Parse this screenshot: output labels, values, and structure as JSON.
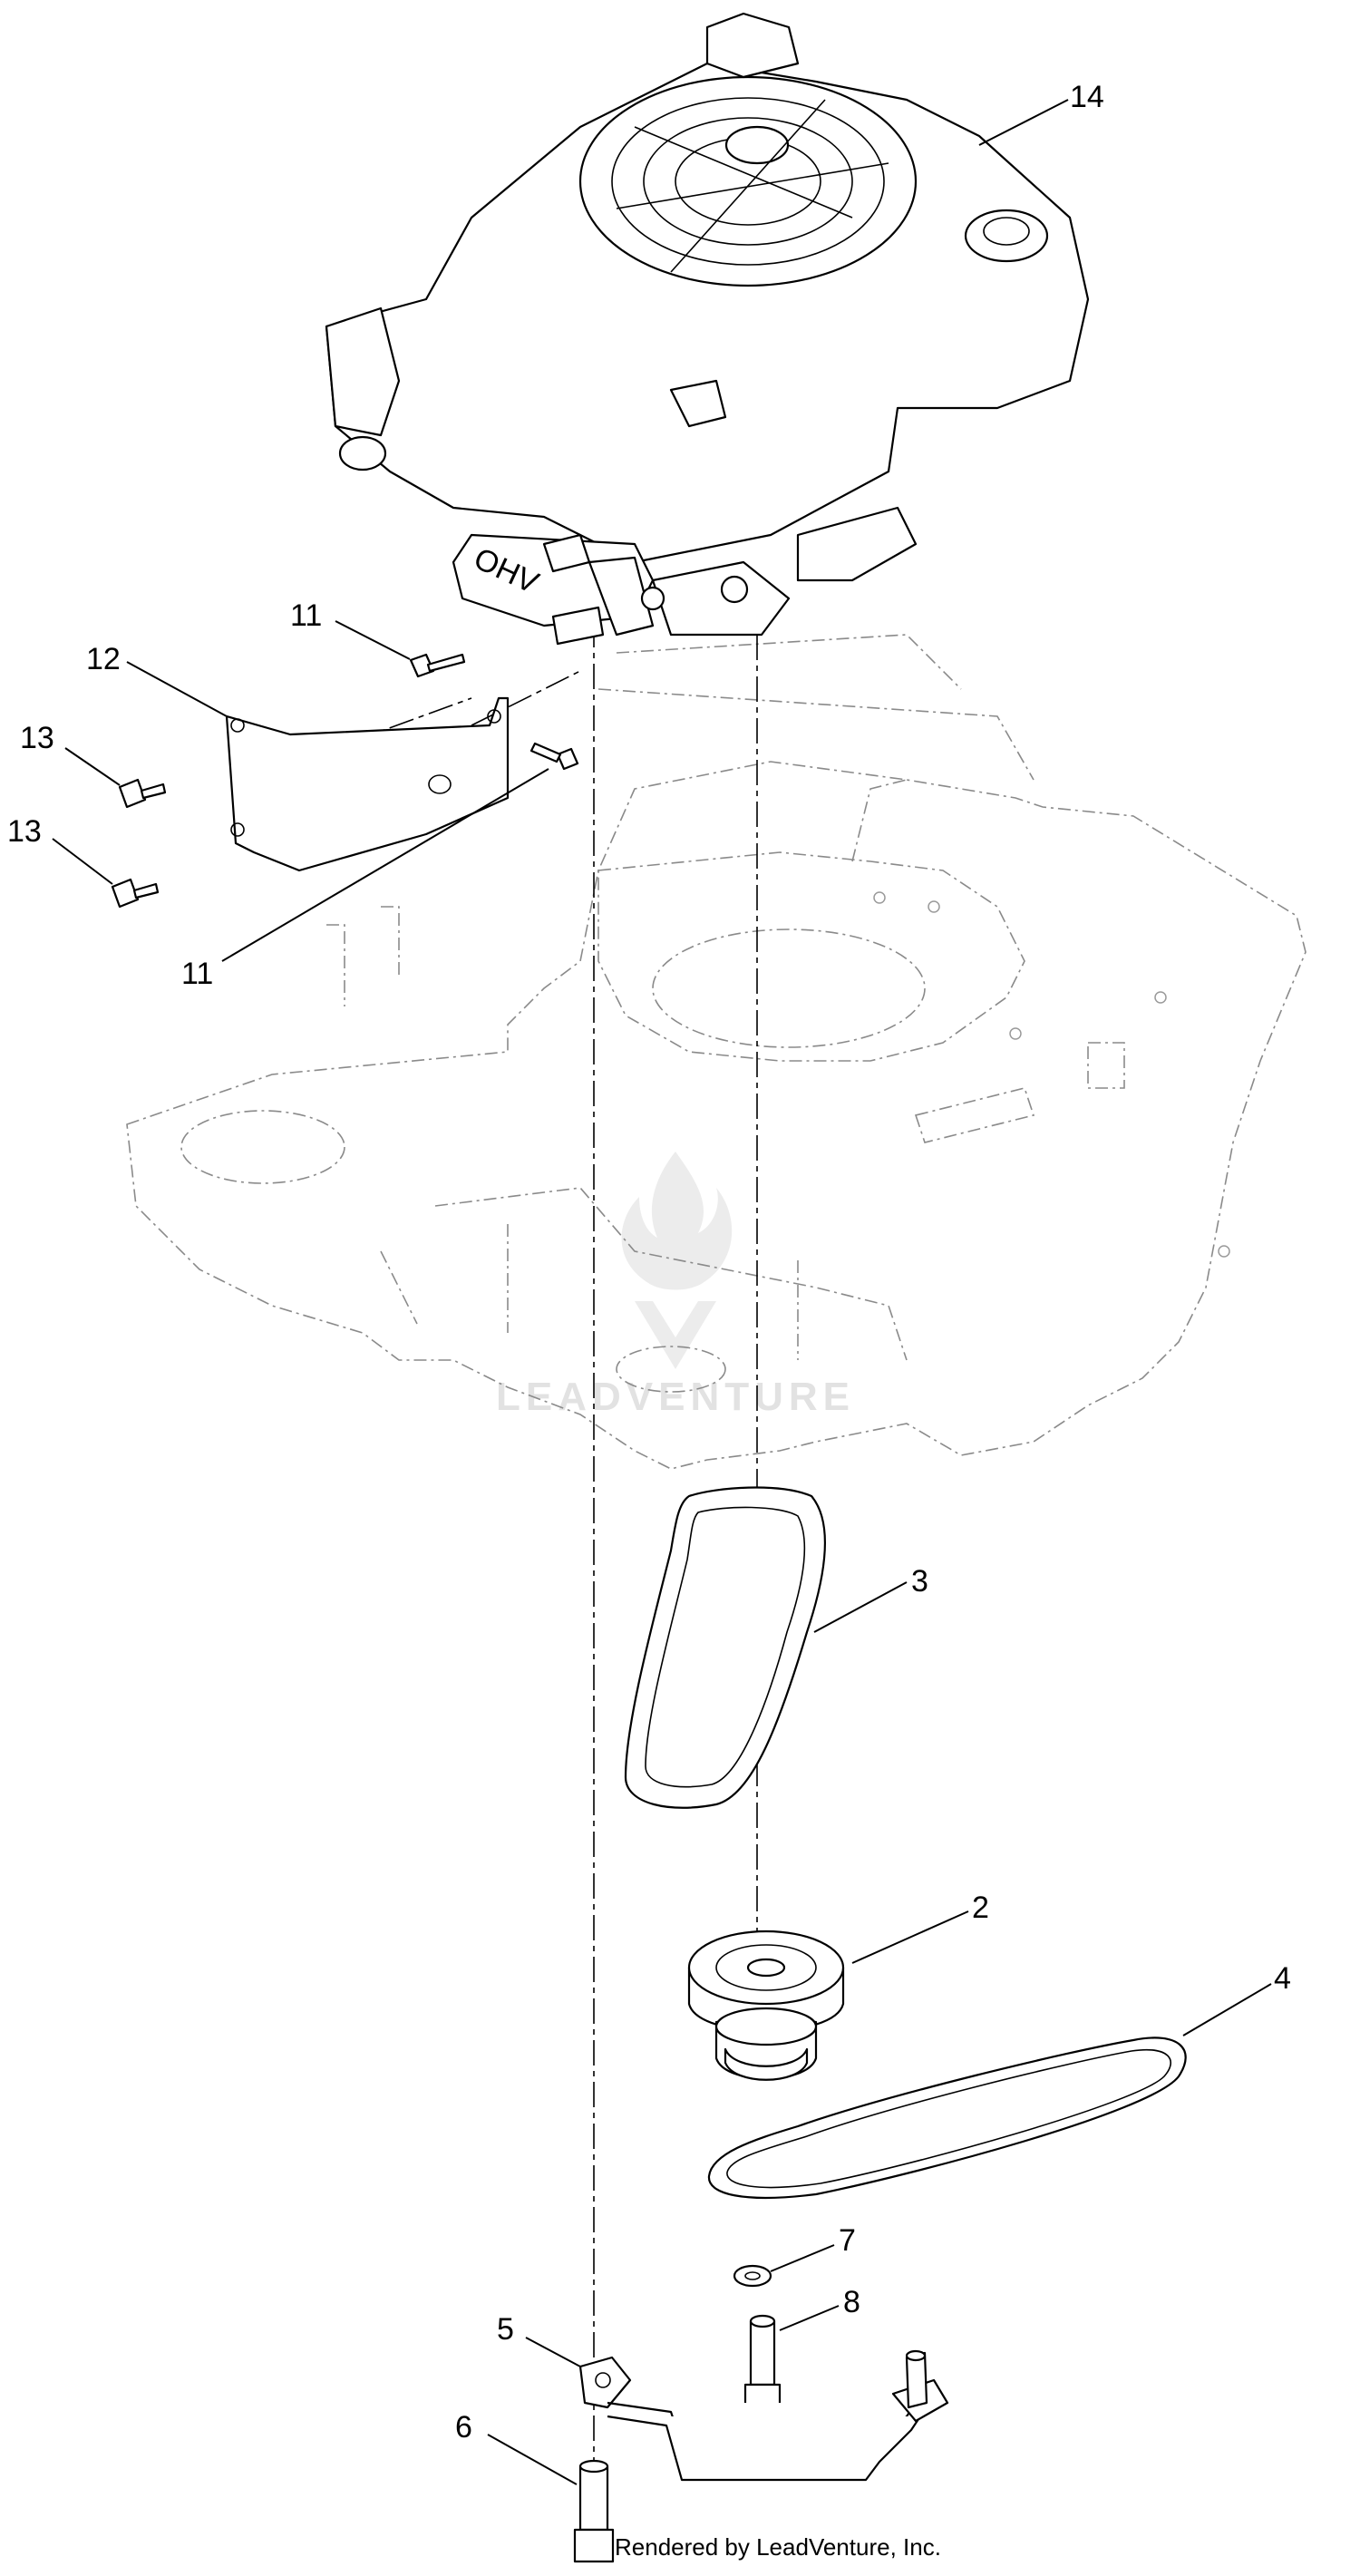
{
  "diagram": {
    "callouts": [
      {
        "id": "c14",
        "label": "14"
      },
      {
        "id": "c11a",
        "label": "11"
      },
      {
        "id": "c12",
        "label": "12"
      },
      {
        "id": "c13a",
        "label": "13"
      },
      {
        "id": "c13b",
        "label": "13"
      },
      {
        "id": "c11b",
        "label": "11"
      },
      {
        "id": "c3",
        "label": "3"
      },
      {
        "id": "c2",
        "label": "2"
      },
      {
        "id": "c4",
        "label": "4"
      },
      {
        "id": "c7",
        "label": "7"
      },
      {
        "id": "c8",
        "label": "8"
      },
      {
        "id": "c5",
        "label": "5"
      },
      {
        "id": "c6",
        "label": "6"
      }
    ],
    "engine_text": "OHV",
    "watermark": "LEADVENTURE",
    "footer": "Rendered by LeadVenture, Inc."
  },
  "icons": {
    "watermark_logo": "flame-icon"
  },
  "colors": {
    "ink": "#000000",
    "ghost": "#8a8a8a",
    "watermark": "#e2e2e2"
  }
}
